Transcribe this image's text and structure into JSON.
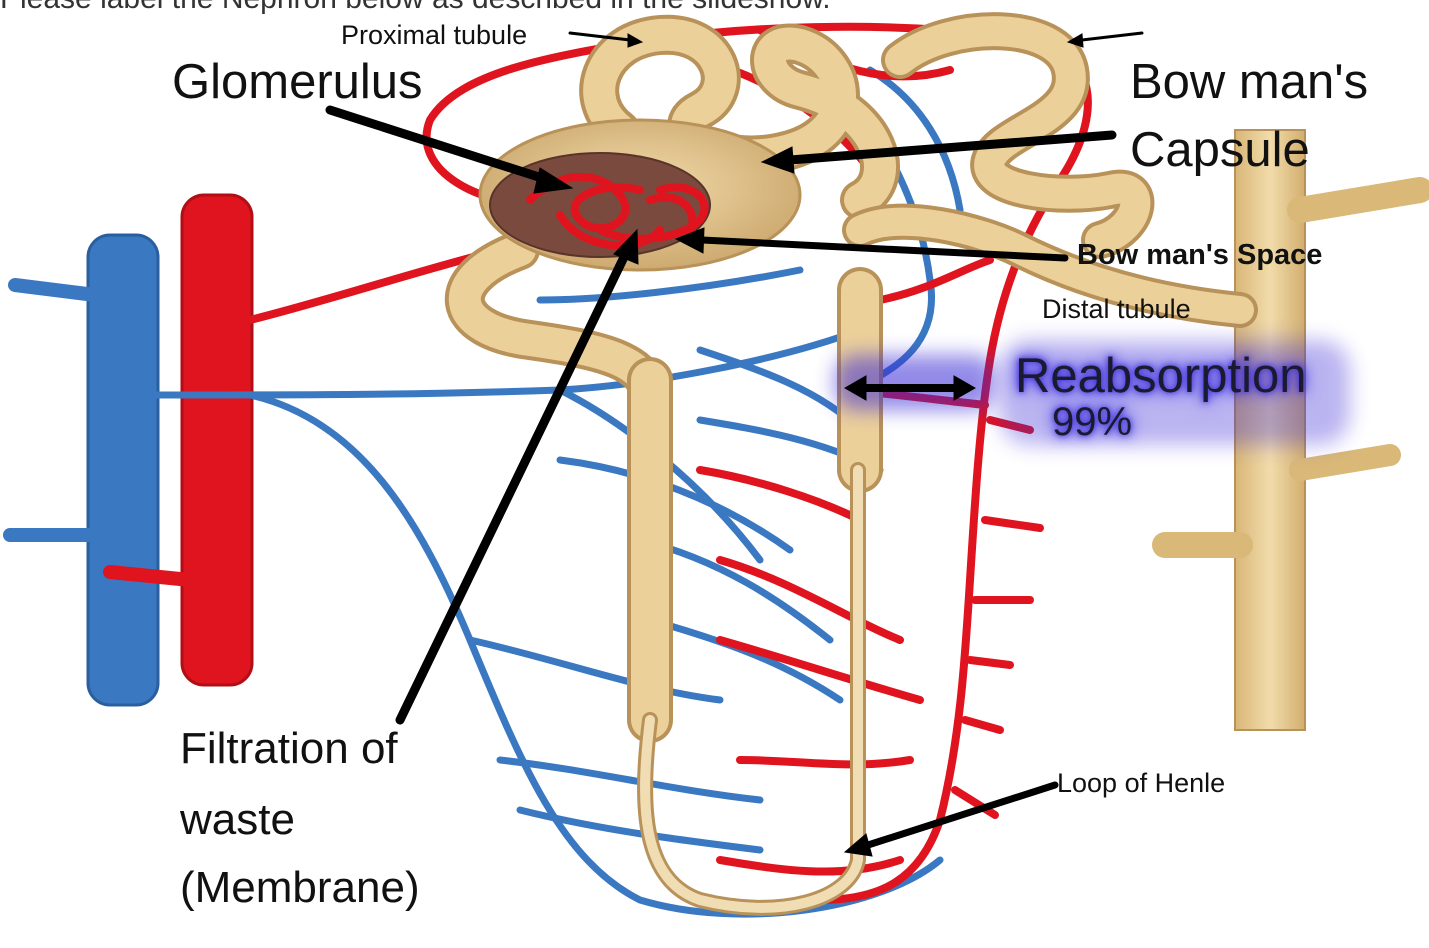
{
  "instruction": "Please label the Nephron below as described in the slideshow.",
  "labels": {
    "proximal_tubule": "Proximal tubule",
    "glomerulus": "Glomerulus",
    "bowmans_capsule_line1": "Bow man's",
    "bowmans_capsule_line2": "Capsule",
    "bowmans_space": "Bow man's Space",
    "distal_tubule": "Distal tubule",
    "reabsorption": "Reabsorption",
    "reabsorption_pct": "99%",
    "filtration_line1": "Filtration of",
    "filtration_line2": "waste",
    "filtration_line3": "(Membrane)",
    "loop_of_henle": "Loop of Henle"
  },
  "colors": {
    "artery": "#e0141e",
    "vein": "#3a78c2",
    "tubule": "#ecd09a",
    "tubule_edge": "#b89258",
    "glow": "#3b2bd6"
  }
}
